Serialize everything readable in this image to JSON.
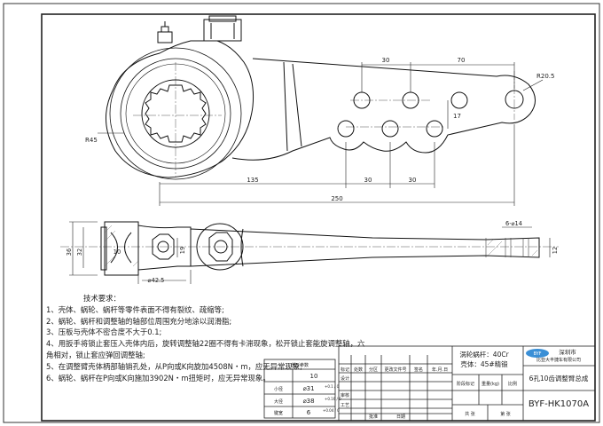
{
  "dimensions": {
    "d30_top": "30",
    "d70_top": "70",
    "r20_5": "R20.5",
    "d17": "17",
    "r45": "R45",
    "d135": "135",
    "d30_bottom_a": "30",
    "d30_bottom_b": "30",
    "d250": "250",
    "d36": "36",
    "d32": "32",
    "d19": "19",
    "d10": "10",
    "d42_5": "⌀42.5",
    "d6_14": "6-⌀14",
    "d12": "12"
  },
  "material": {
    "worm": "涡轮蜗杆：40Cr",
    "housing": "壳体：45#精锻"
  },
  "notes": {
    "title": "技术要求：",
    "lines": [
      "1、壳体、蜗轮、蜗杆等零件表面不得有裂纹、疏缩等;",
      "2、蜗轮、蜗杆和调整轴的轴部位周围充分地涂以润滑脂;",
      "3、压板与壳体不密合度不大于0.1;",
      "4、用扳手将锁止套压入壳体内后，旋转调整轴22圈不得有卡滞现象，松开锁止套能旋调整轴，六",
      "角相对，锁止套应弹回调整轴;",
      "5、在调整臂壳体柄部轴销孔处，从P向或K向旋加4508N・m，应无异常现象;",
      "6、蜗轮、蜗杆在P向或K向施加3902N・m扭矩时，应无异常现象。"
    ]
  },
  "spline_table": {
    "title": "齿形参数",
    "rows": [
      {
        "label": "",
        "value": "10"
      },
      {
        "label": "小径",
        "value": "⌀31",
        "tol": "+0.1 / 0"
      },
      {
        "label": "大径",
        "value": "⌀38",
        "tol": "+0.16 / 0"
      },
      {
        "label": "键宽",
        "value": "6",
        "tol": "+0.04 / 0"
      }
    ]
  },
  "title_block": {
    "company": "深圳市",
    "company2": "比亚大丰捷车有限公司",
    "logo_text": "BYF",
    "part_name": "6孔10齿调整臂总成",
    "drawing_no": "BYF-HK1070A",
    "headers": [
      "标记",
      "处数",
      "分区",
      "更改文件号",
      "签名",
      "年.月.日"
    ],
    "stage_labels": [
      "阶段标记",
      "重量(kg)",
      "比例"
    ],
    "sign_labels": [
      "设计",
      "审核",
      "工艺",
      "批准"
    ],
    "sheet_labels": [
      "共 张",
      "第 张"
    ],
    "date_label": "日期"
  }
}
